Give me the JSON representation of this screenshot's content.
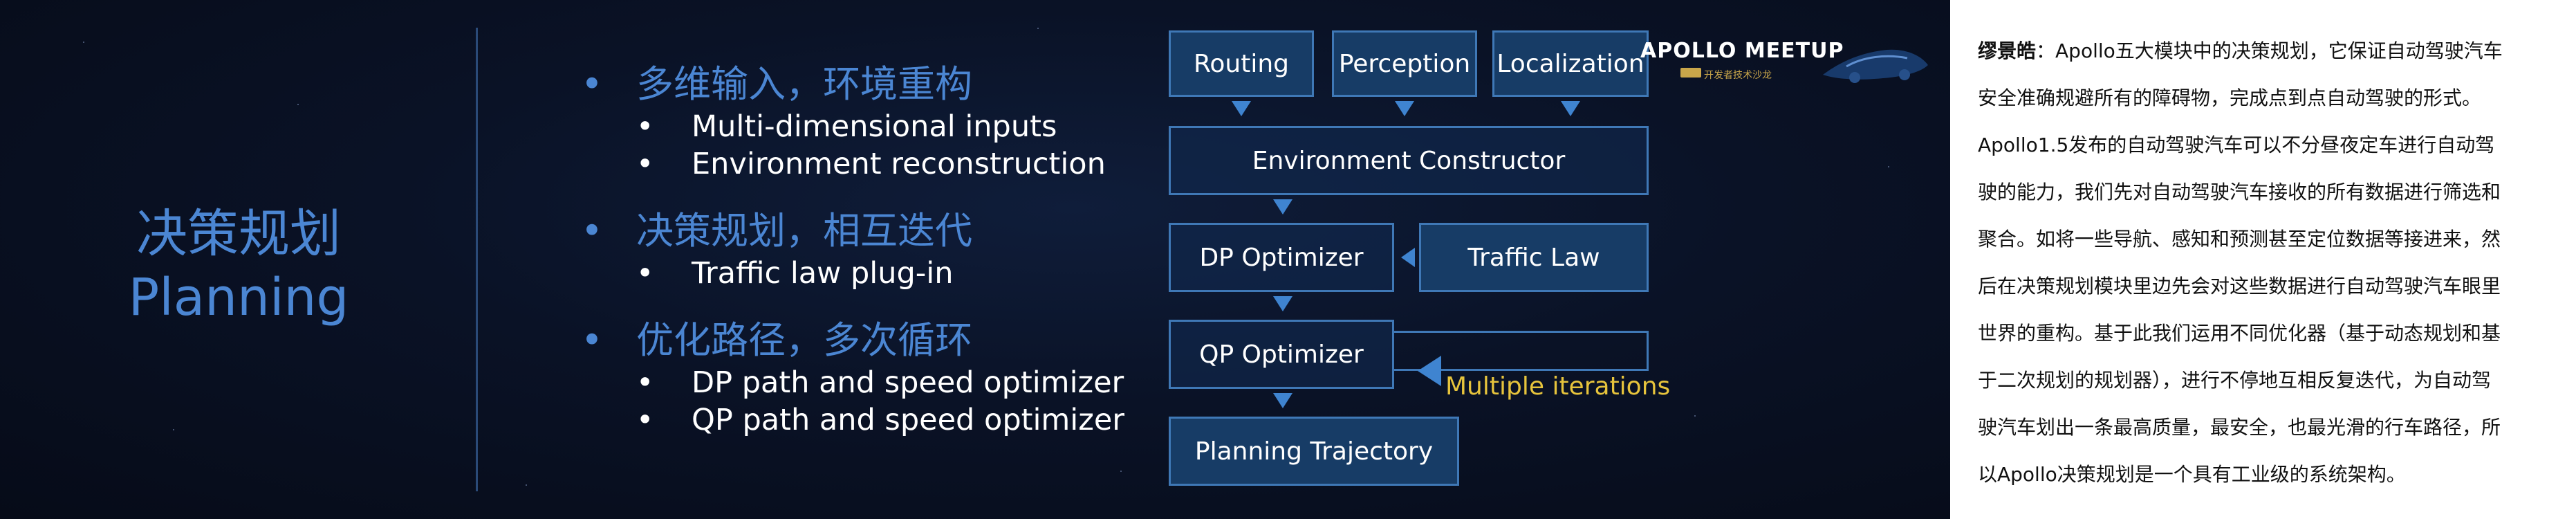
{
  "slide": {
    "section_title_cn": "决策规划",
    "section_title_en": "Planning",
    "bullet_groups": [
      {
        "heading": "多维输入，环境重构",
        "items": [
          "Multi-dimensional inputs",
          "Environment reconstruction"
        ]
      },
      {
        "heading": "决策规划，相互迭代",
        "items": [
          "Traffic law plug-in"
        ]
      },
      {
        "heading": "优化路径，多次循环",
        "items": [
          "DP path and speed optimizer",
          "QP path and speed optimizer"
        ]
      }
    ],
    "diagram": {
      "routing": "Routing",
      "perception": "Perception",
      "localization": "Localization",
      "env_constructor": "Environment Constructor",
      "dp_optimizer": "DP Optimizer",
      "traffic_law": "Traffic Law",
      "qp_optimizer": "QP Optimizer",
      "iterations_label": "Multiple iterations",
      "planning_trajectory": "Planning Trajectory"
    },
    "logo": {
      "title": "APOLLO MEETUP",
      "subtitle": "开发者技术沙龙"
    },
    "colors": {
      "accent_blue": "#4b86d3",
      "iteration_label": "#e7c43c",
      "background": "#0a1226"
    }
  },
  "article": {
    "author": "缪景皓",
    "colon": "：",
    "lines": [
      "Apollo五大模块中的决策规划，它保证自动驾驶汽车",
      "安全准确规避所有的障碍物，完成点到点自动驾驶的形式。",
      "Apollo1.5发布的自动驾驶汽车可以不分昼夜定车进行自动驾",
      "驶的能力，我们先对自动驾驶汽车接收的所有数据进行筛选和",
      "聚合。如将一些导航、感知和预测甚至定位数据等接进来，然",
      "后在决策规划模块里边先会对这些数据进行自动驾驶汽车眼里",
      "世界的重构。基于此我们运用不同优化器（基于动态规划和基",
      "于二次规划的规划器），进行不停地互相反复迭代，为自动驾",
      "驶汽车划出一条最高质量，最安全，也最光滑的行车路径，所",
      "以Apollo决策规划是一个具有工业级的系统架构。"
    ]
  }
}
